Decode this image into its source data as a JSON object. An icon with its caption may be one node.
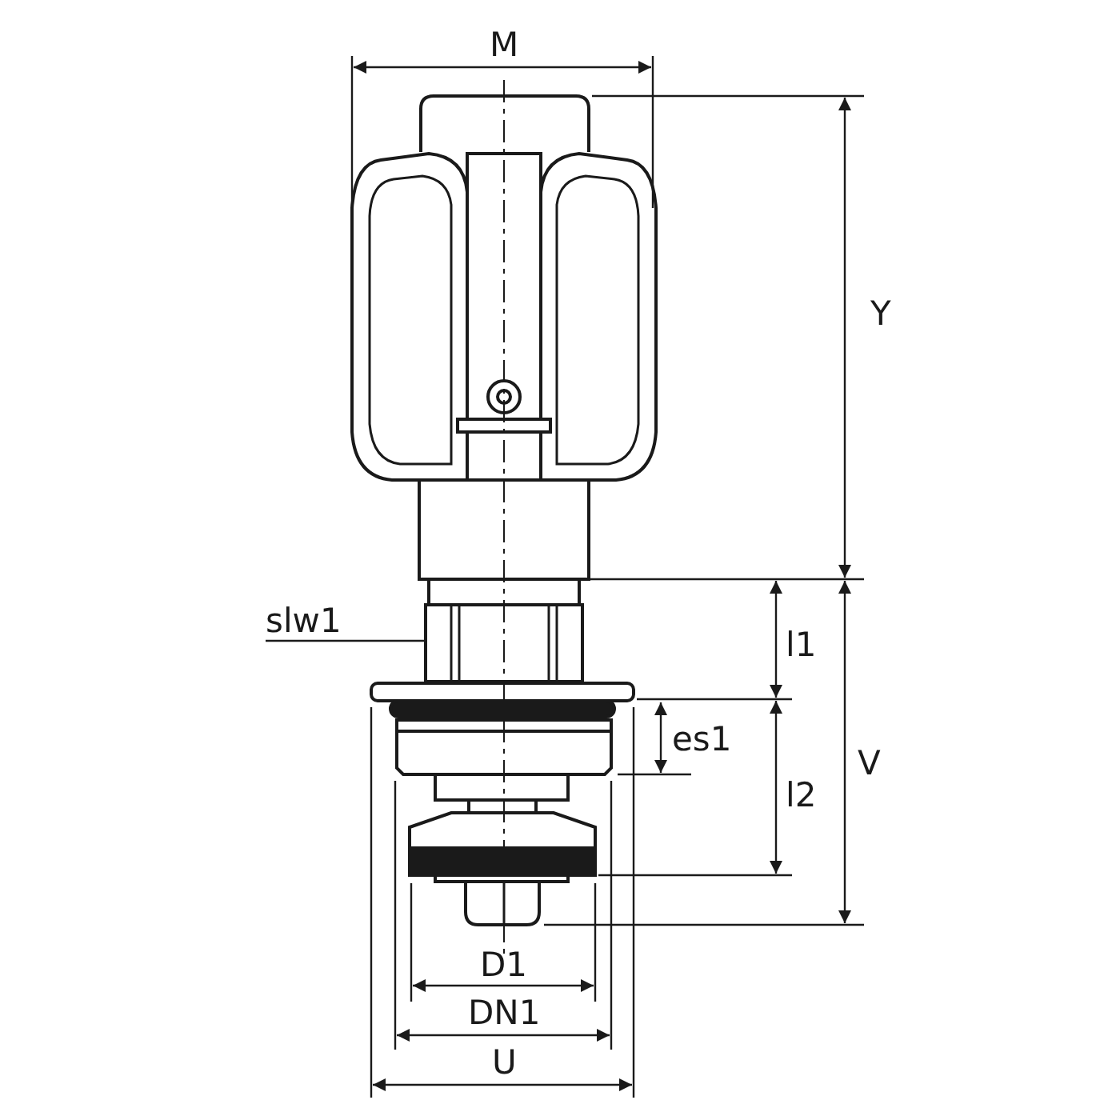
{
  "diagram": {
    "nodes": [
      {
        "text": [
          "slw1"
        ]
      },
      {
        "text": [],
        "shape": "picture"
      }
    ],
    "edges": [
      {
        "from": 0,
        "to": 1,
        "arrow": "none"
      }
    ],
    "labels": [
      "M",
      "Y",
      "l1",
      "V",
      "es1",
      "l2",
      "D1",
      "DN1",
      "U"
    ]
  }
}
